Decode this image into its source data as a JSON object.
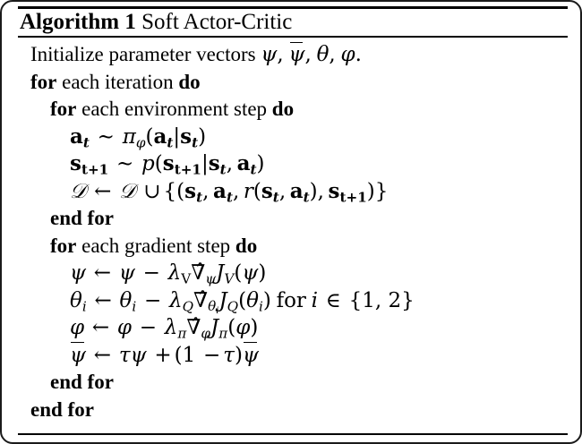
{
  "document": {
    "kind": "algorithm-float",
    "title_label": "Algorithm 1",
    "title_name": "Soft Actor-Critic",
    "colors": {
      "text": "#000000",
      "background": "#ffffff",
      "rule": "#000000",
      "frame": "#1a1a1a"
    },
    "rules": {
      "top": "thick",
      "middle": "thin",
      "bottom": "thin"
    }
  },
  "pseudocode": {
    "lines": [
      {
        "index": 1,
        "indent": 0,
        "text": "Initialize parameter vectors ψ, ψ̄, θ, φ.",
        "keywords": []
      },
      {
        "index": 2,
        "indent": 0,
        "text": "for each iteration do",
        "keywords": [
          "for",
          "do"
        ]
      },
      {
        "index": 3,
        "indent": 1,
        "text": "for each environment step do",
        "keywords": [
          "for",
          "do"
        ]
      },
      {
        "index": 4,
        "indent": 2,
        "text": "a_t ~ π_φ(a_t|s_t)",
        "keywords": []
      },
      {
        "index": 5,
        "indent": 2,
        "text": "s_{t+1} ~ p(s_{t+1}|s_t, a_t)",
        "keywords": []
      },
      {
        "index": 6,
        "indent": 2,
        "text": "D ← D ∪ {(s_t, a_t, r(s_t, a_t), s_{t+1})}",
        "keywords": []
      },
      {
        "index": 7,
        "indent": 1,
        "text": "end for",
        "keywords": [
          "end for"
        ]
      },
      {
        "index": 8,
        "indent": 1,
        "text": "for each gradient step do",
        "keywords": [
          "for",
          "do"
        ]
      },
      {
        "index": 9,
        "indent": 2,
        "text": "ψ ← ψ − λ_V ∇̂_ψ J_V(ψ)",
        "keywords": []
      },
      {
        "index": 10,
        "indent": 2,
        "text": "θ_i ← θ_i − λ_Q ∇̂_{θ_i} J_Q(θ_i) for i ∈ {1, 2}",
        "keywords": []
      },
      {
        "index": 11,
        "indent": 2,
        "text": "φ ← φ − λ_π ∇̂_φ J_π(φ)",
        "keywords": []
      },
      {
        "index": 12,
        "indent": 2,
        "text": "ψ̄ ← τψ + (1 − τ)ψ̄",
        "keywords": []
      },
      {
        "index": 13,
        "indent": 1,
        "text": "end for",
        "keywords": [
          "end for"
        ]
      },
      {
        "index": 14,
        "indent": 0,
        "text": "end for",
        "keywords": [
          "end for"
        ]
      }
    ],
    "tokens": {
      "for": "for",
      "do": "do",
      "end_for": "end for",
      "each_iteration": "each iteration",
      "each_environment_step": "each environment step",
      "each_gradient_step": "each gradient step",
      "initialize": "Initialize parameter vectors",
      "for_i_in": "for",
      "period": ".",
      "comma": ",",
      "set_1_2": "{1, 2}"
    },
    "symbols": {
      "psi": "ψ",
      "psi_bar": "ψ̄",
      "theta": "θ",
      "phi": "φ",
      "pi": "π",
      "lambda": "λ",
      "tau": "τ",
      "nabla_hat": "∇̂",
      "sim": "∼",
      "leftarrow": "←",
      "cup": "∪",
      "in": "∈",
      "minus": "−",
      "plus": "+",
      "script_d": "𝒟",
      "bold_a": "a",
      "bold_s": "s",
      "reward": "r",
      "objective_j": "J",
      "transition_p": "p",
      "index_i": "i",
      "time_t": "t",
      "time_t_plus_1": "t+1",
      "critic_indices": [
        "1",
        "2"
      ]
    }
  }
}
